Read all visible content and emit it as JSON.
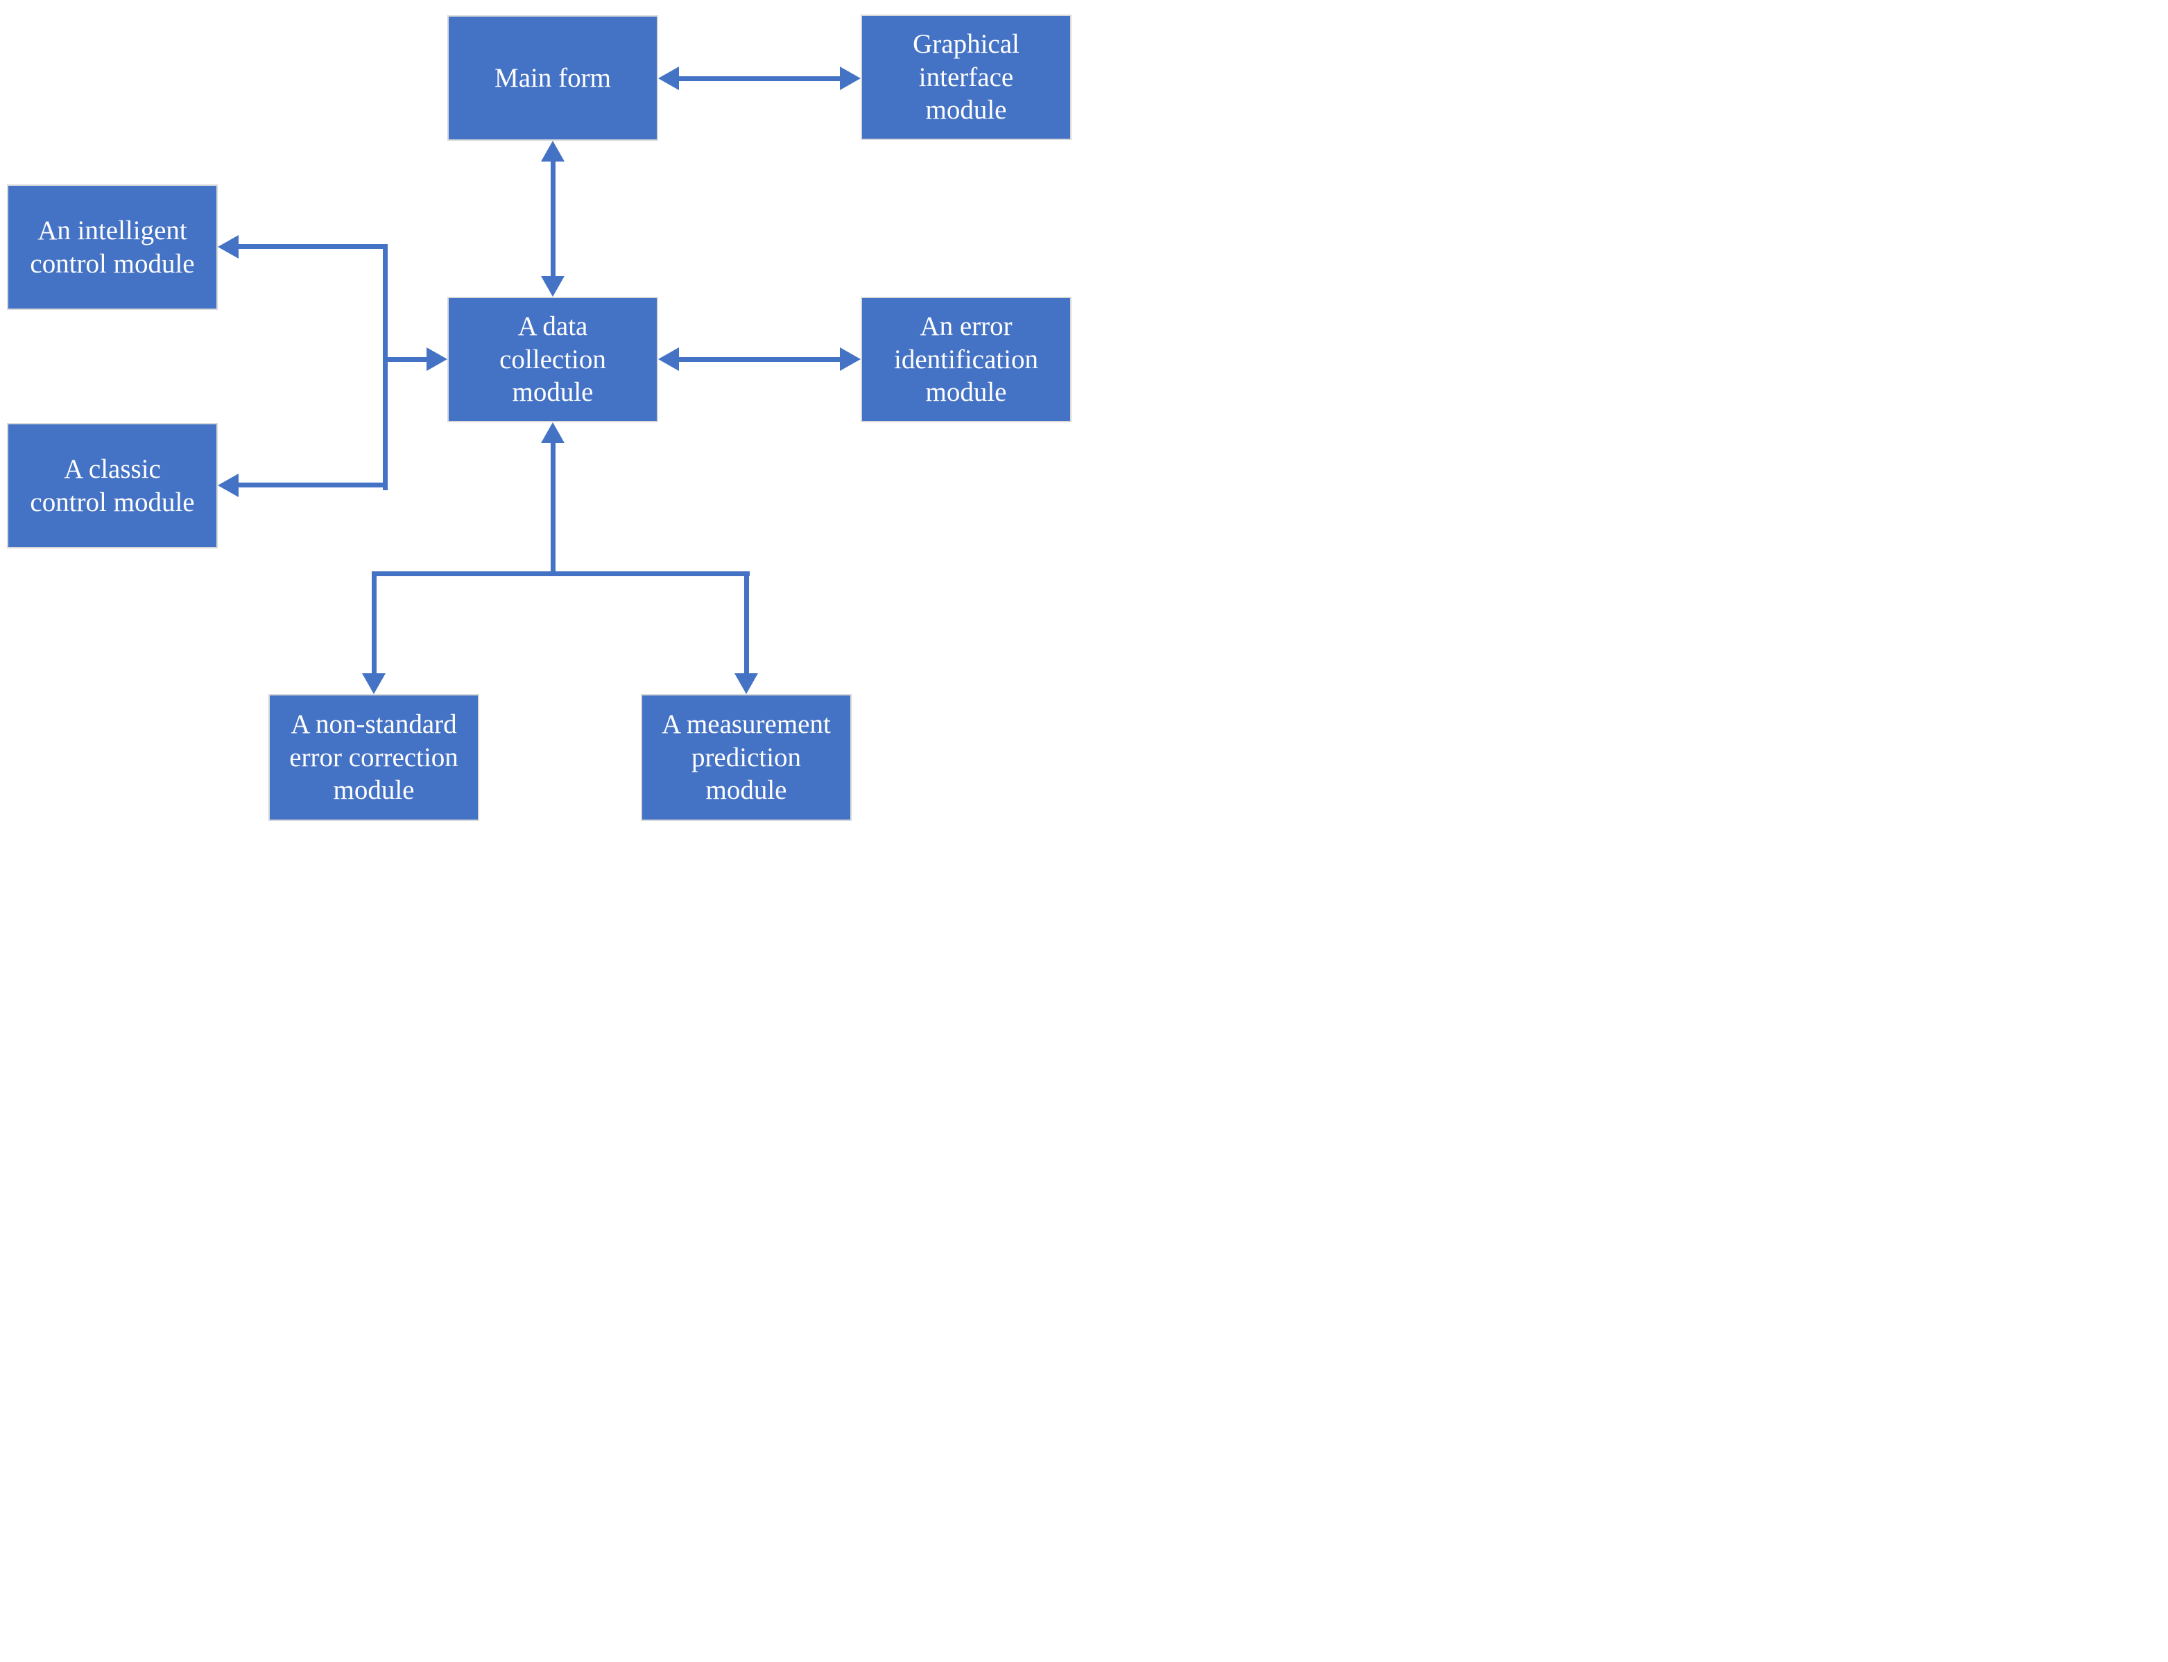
{
  "figure": {
    "type": "block-diagram",
    "background": "#FFFFFF",
    "colors": {
      "node_fill": "#4472C4",
      "node_border": "#D9D9D9",
      "node_text": "#FFFFFF",
      "connector": "#4472C4"
    }
  },
  "nodes": [
    {
      "id": "main-form",
      "label": "Main form",
      "lines": [
        "Main form"
      ]
    },
    {
      "id": "graphical-interface-module",
      "label": "Graphical interface module",
      "lines": [
        "Graphical",
        "interface",
        "module"
      ]
    },
    {
      "id": "intelligent-control-module",
      "label": "An intelligent control module",
      "lines": [
        "An intelligent",
        "control module"
      ]
    },
    {
      "id": "data-collection-module",
      "label": "A data collection module",
      "lines": [
        "A data",
        "collection",
        "module"
      ]
    },
    {
      "id": "error-identification-module",
      "label": "An error identification module",
      "lines": [
        "An error",
        "identification",
        "module"
      ]
    },
    {
      "id": "classic-control-module",
      "label": "A classic control module",
      "lines": [
        "A classic",
        "control module"
      ]
    },
    {
      "id": "nonstandard-error-correction-module",
      "label": "A non-standard error correction module",
      "lines": [
        "A non-standard",
        "error correction",
        "module"
      ]
    },
    {
      "id": "measurement-prediction-module",
      "label": "A measurement prediction module",
      "lines": [
        "A measurement",
        "prediction",
        "module"
      ]
    }
  ],
  "edges": [
    {
      "between": [
        "Main form",
        "Graphical interface module"
      ],
      "style": "double-headed-horizontal"
    },
    {
      "between": [
        "Main form",
        "A data collection module"
      ],
      "style": "double-headed-vertical"
    },
    {
      "between": [
        "A data collection module",
        "An error identification module"
      ],
      "style": "double-headed-horizontal"
    },
    {
      "between": [
        "left branch junction",
        "An intelligent control module"
      ],
      "style": "arrowhead-into-box"
    },
    {
      "between": [
        "left branch junction",
        "A classic control module"
      ],
      "style": "arrowhead-into-box"
    },
    {
      "between": [
        "left branch junction",
        "A data collection module"
      ],
      "style": "arrowhead-into-box"
    },
    {
      "between": [
        "bottom branch junction",
        "A data collection module"
      ],
      "style": "arrowhead-into-box"
    },
    {
      "between": [
        "bottom branch junction",
        "A non-standard error correction module"
      ],
      "style": "arrowhead-into-box"
    },
    {
      "between": [
        "bottom branch junction",
        "A measurement prediction module"
      ],
      "style": "arrowhead-into-box"
    }
  ]
}
